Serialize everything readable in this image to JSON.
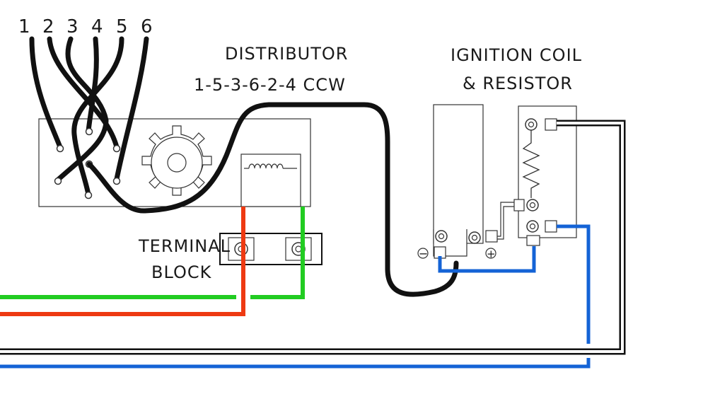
{
  "labels": {
    "distributor_title": "DISTRIBUTOR",
    "firing_order": "1-5-3-6-2-4 CCW",
    "coil_title_line1": "IGNITION COIL",
    "coil_title_line2": "& RESISTOR",
    "terminal_line1": "TERMINAL",
    "terminal_line2": "BLOCK",
    "minus_symbol": "−",
    "plus_symbol": "+"
  },
  "cylinders": [
    "1",
    "2",
    "3",
    "4",
    "5",
    "6"
  ],
  "colors": {
    "black_wire": "#111111",
    "red_wire": "#ee3a12",
    "green_wire": "#22cc22",
    "blue_wire": "#1463d6",
    "outline": "#333333"
  }
}
